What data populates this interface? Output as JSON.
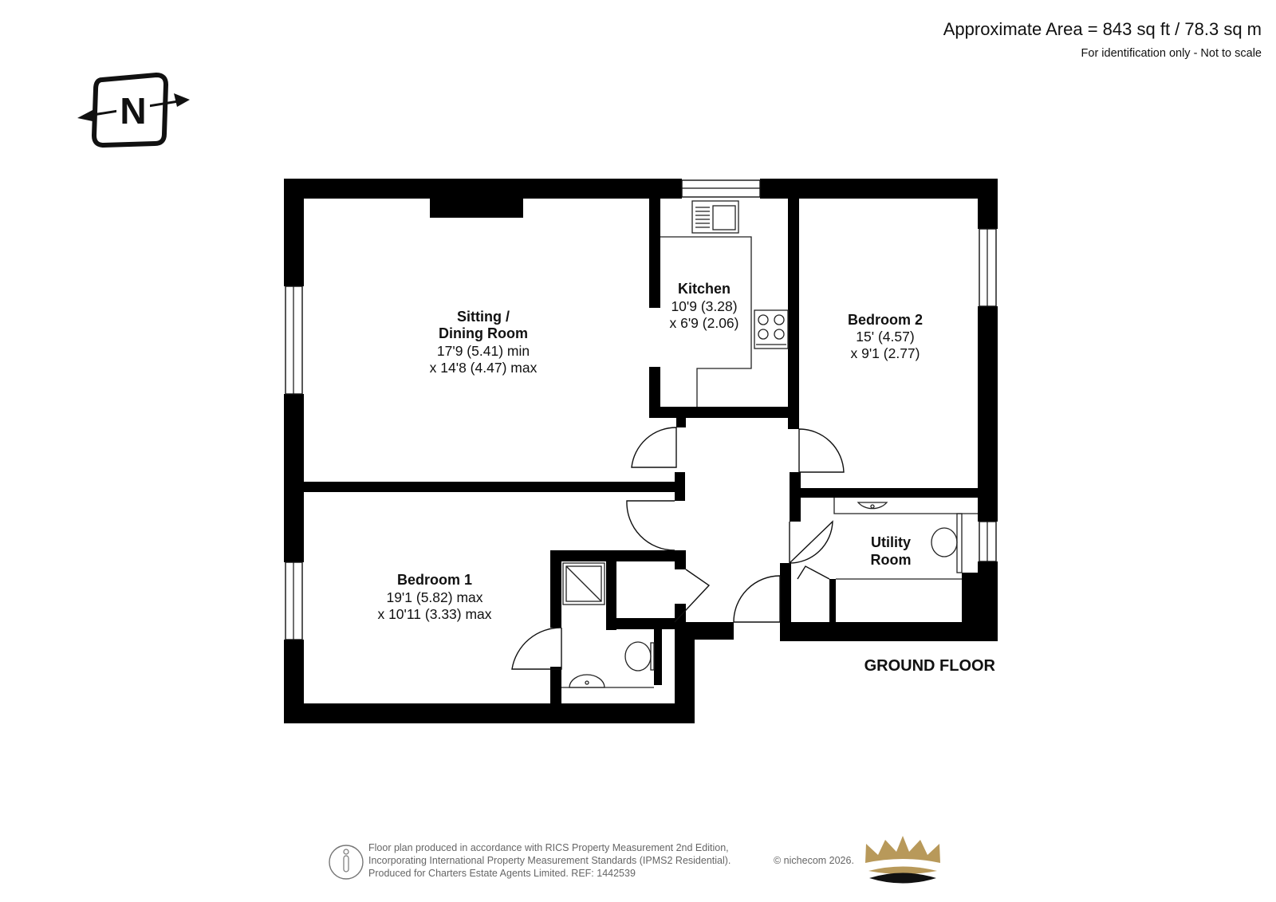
{
  "header": {
    "area": "Approximate Area = 843 sq ft / 78.3 sq m",
    "note": "For identification only - Not to scale"
  },
  "compass": {
    "letter": "N"
  },
  "rooms": [
    {
      "name_lines": [
        "Sitting /",
        "Dining Room"
      ],
      "dims": [
        "17'9 (5.41) min",
        "x 14'8 (4.47) max"
      ]
    },
    {
      "name_lines": [
        "Kitchen"
      ],
      "dims": [
        "10'9 (3.28)",
        "x 6'9 (2.06)"
      ]
    },
    {
      "name_lines": [
        "Bedroom 2"
      ],
      "dims": [
        "15' (4.57)",
        "x 9'1 (2.77)"
      ]
    },
    {
      "name_lines": [
        "Utility",
        "Room"
      ],
      "dims": []
    },
    {
      "name_lines": [
        "Bedroom 1"
      ],
      "dims": [
        "19'1 (5.82) max",
        "x 10'11 (3.33) max"
      ]
    }
  ],
  "floor_label": "GROUND FLOOR",
  "footer": {
    "lines": [
      "Floor plan produced in accordance with RICS Property Measurement 2nd Edition,",
      "Incorporating International Property Measurement Standards (IPMS2 Residential).",
      "Produced for Charters Estate Agents Limited.   REF: 1442539"
    ],
    "copyright": "© nichecom 2026."
  },
  "colors": {
    "wall": "#000000",
    "crown_gold": "#b8995a",
    "footer_text": "#666666"
  }
}
